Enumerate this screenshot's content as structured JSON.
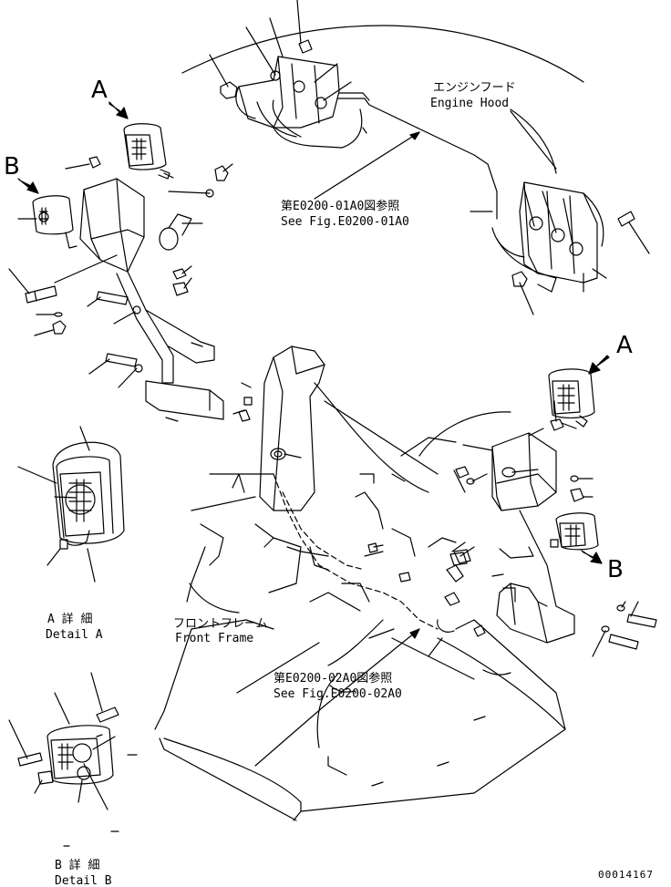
{
  "labels": {
    "engine_hood_jp": "エンジンフード",
    "engine_hood_en": "Engine Hood",
    "ref1_jp": "第E0200-01A0図参照",
    "ref1_en": "See Fig.E0200-01A0",
    "front_frame_jp": "フロントフレーム",
    "front_frame_en": "Front Frame",
    "ref2_jp": "第E0200-02A0図参照",
    "ref2_en": "See Fig.E0200-02A0",
    "detail_a_jp": "A 詳 細",
    "detail_a_en": "Detail A",
    "detail_b_jp": "B 詳 細",
    "detail_b_en": "Detail B",
    "view_a": "A",
    "view_b": "B",
    "drawing_number": "00014167"
  }
}
